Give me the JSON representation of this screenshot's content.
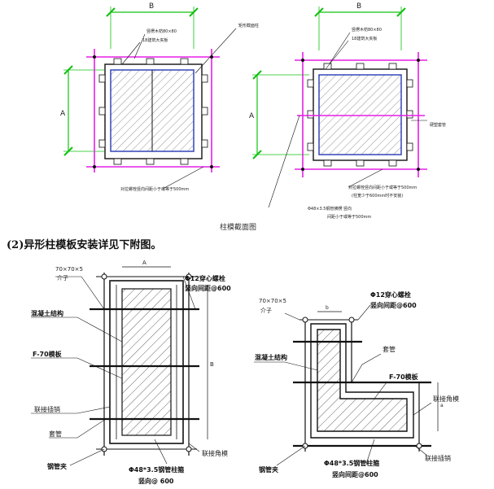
{
  "colors": {
    "dimension_green": "#10c010",
    "pipe_magenta": "#e61ee6",
    "section_blue": "#3346b8",
    "line_black": "#111111",
    "hatch_gray": "#666666"
  },
  "top_left": {
    "dim_b": "B",
    "dim_a": "A",
    "label_batten": "竖楞木枋80×80",
    "label_board": "18建筑大夹板",
    "label_column": "矩形截面柱",
    "label_spacing": "对拉螺栓竖向间距小于或等于500mm"
  },
  "top_right": {
    "dim_b": "B",
    "dim_a": "A",
    "label_batten": "竖楞木枋80×80",
    "label_board": "18建筑大夹板",
    "label_sleeve": "硬塑套管",
    "label_spacing": "对拉螺栓竖向间距小于或等于500mm",
    "label_spacing_note": "(柱宽少于600mm时不安装)",
    "label_pipe": "Φ48×3.5钢管横楞 竖向",
    "label_pipe_2": "间距小于或等于500mm"
  },
  "caption_top": "柱模截面图",
  "section_heading": "(2)异形柱模板安装详见下附图。",
  "bottom_left": {
    "dim_a": "A",
    "dim_b": "B",
    "label_angle": "70×70×5",
    "label_angle_2": "介子",
    "label_bolt": "Φ12穿心螺栓",
    "label_bolt_spacing": "竖向间距@600",
    "label_concrete": "混凝土结构",
    "label_formwork": "F-70模板",
    "label_pin": "联接插销",
    "label_sleeve": "套管",
    "label_clamp": "钢管夹",
    "label_corner": "联接角模",
    "label_pipe": "Φ48*3.5钢管柱箍",
    "label_pipe_spacing": "竖向@ 600"
  },
  "bottom_right": {
    "dim_b": "b",
    "dim_a": "a",
    "label_bolt": "Φ12穿心螺栓",
    "label_bolt_spacing": "竖向间距@600",
    "label_angle": "70×70×5",
    "label_angle_2": "介子",
    "label_concrete": "混凝土结构",
    "label_sleeve": "套管",
    "label_formwork": "F-70模板",
    "label_corner": "联接角模",
    "label_pin": "联接插销",
    "label_clamp": "钢管夹",
    "label_pipe": "Φ48*3.5钢管柱箍",
    "label_pipe_spacing": "竖向间距@600"
  }
}
